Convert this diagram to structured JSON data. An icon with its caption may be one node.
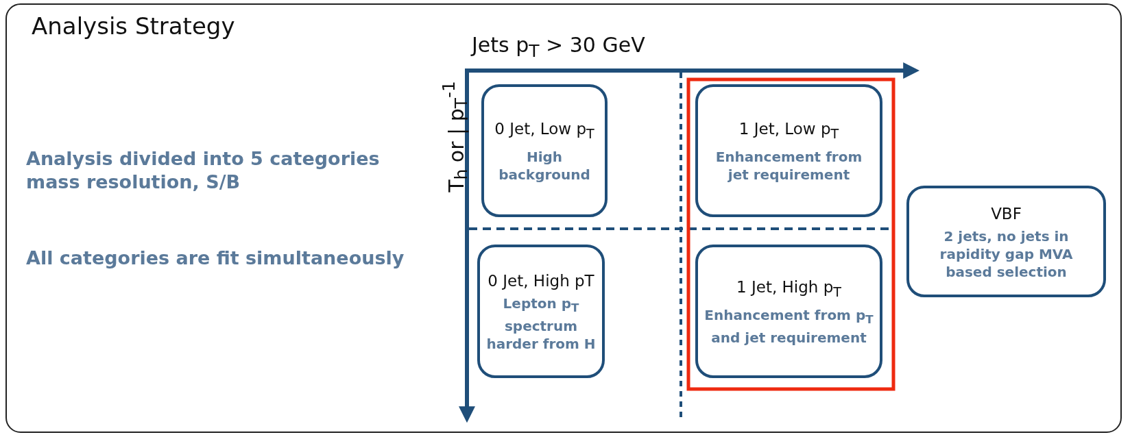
{
  "diagram": {
    "title": "Analysis Strategy",
    "nodes": [
      {
        "text": [
          "0 Jet, Low p$_{T}$",
          "High background"
        ]
      },
      {
        "text": [
          "1 Jet, Low p$_{T}$",
          "Enhancement from jet requirement"
        ]
      },
      {
        "text": [
          "0 Jet, High pT",
          "Lepton p$_{T}$ spectrum harder from H"
        ]
      },
      {
        "text": [
          "1 Jet, High p$_{T}$",
          "Enhancement from p$_{T}$ and jet requirement"
        ]
      },
      {
        "text": [
          "VBF",
          "2 jets,  no jets in rapidity gap MVA based selection"
        ]
      }
    ],
    "labels": [
      "Jets p$_{T}$ > 30 GeV",
      "T$_{h}$ or | p$_{T}$$^{-1}$",
      "Analysis divided into 5 categories mass resolution, S/B",
      "All categories are fit simultaneously"
    ]
  }
}
